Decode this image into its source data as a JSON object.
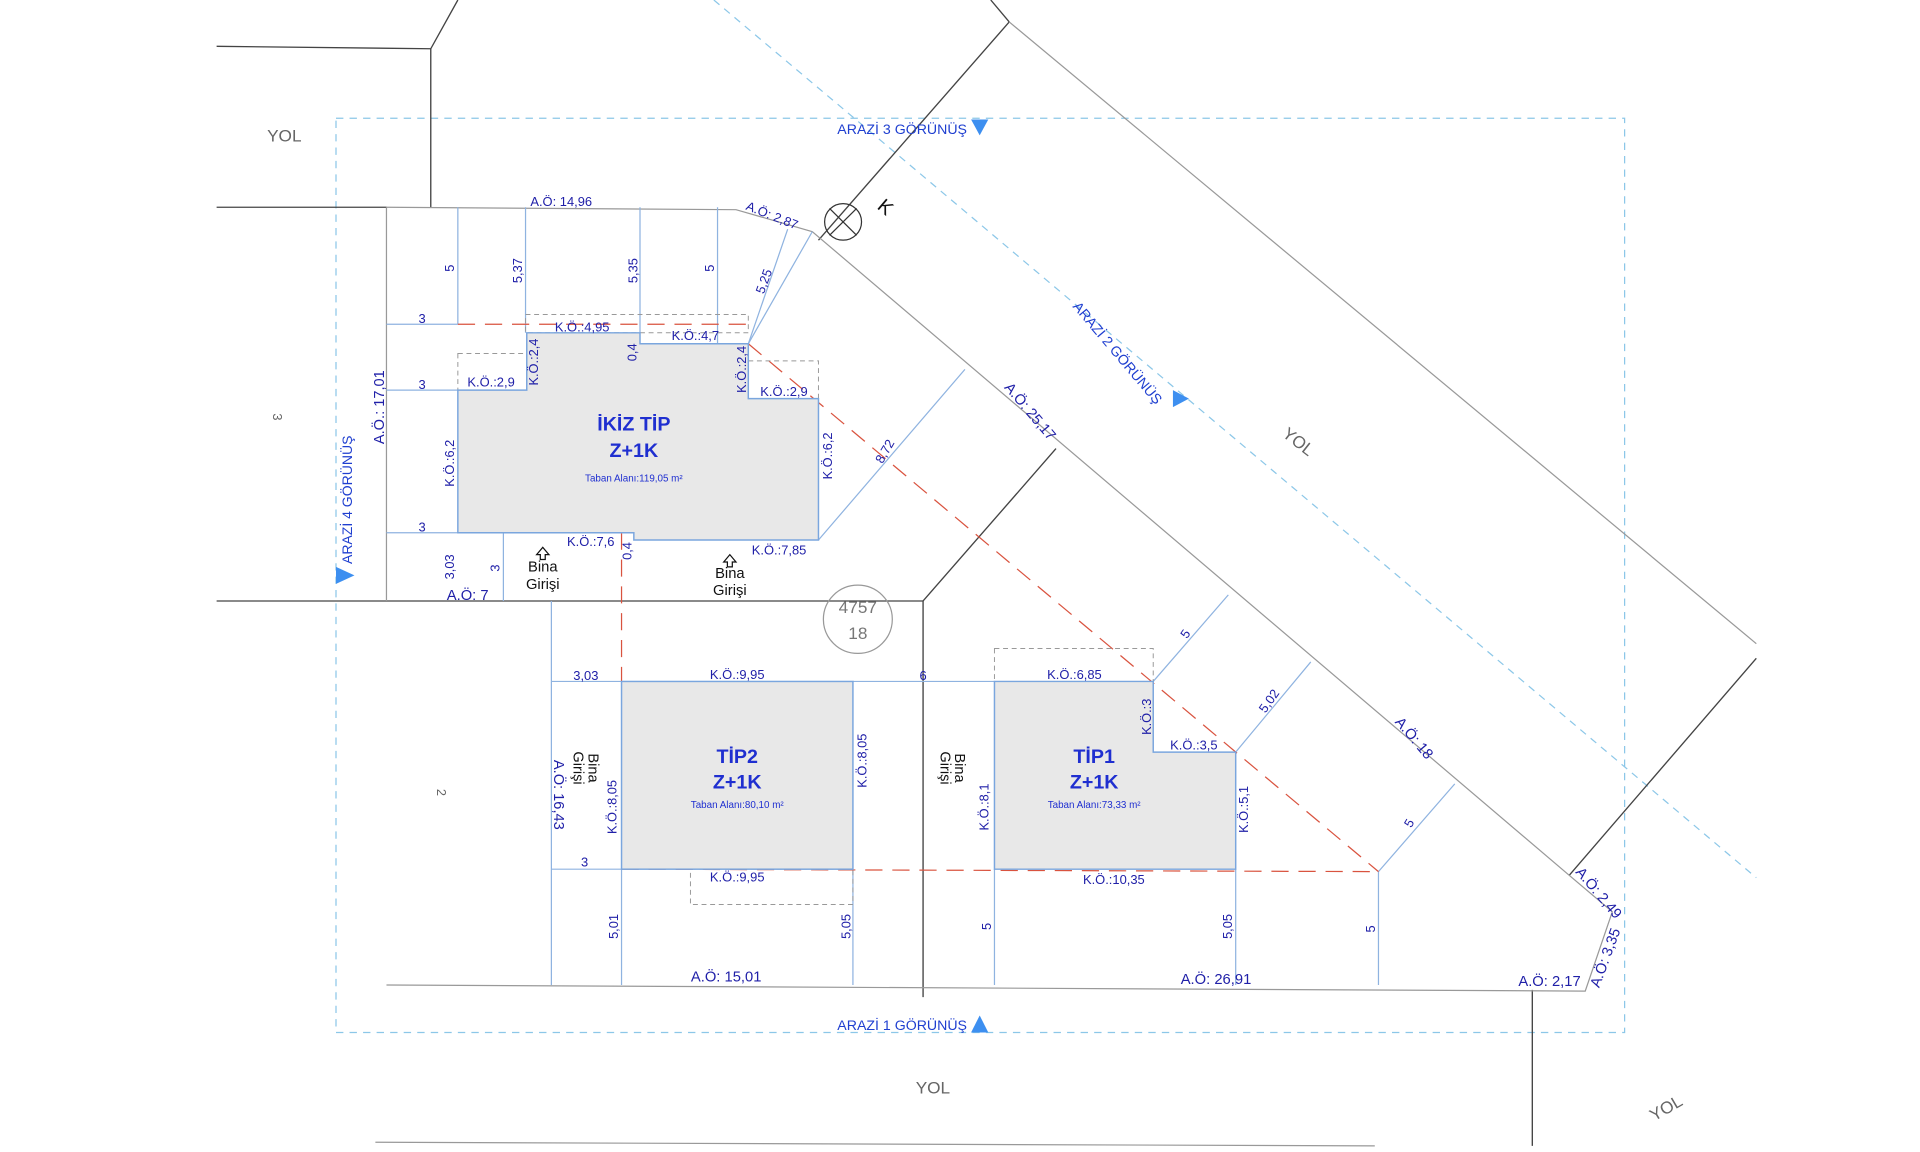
{
  "roads": [
    "YOL",
    "YOL",
    "YOL",
    "YOL"
  ],
  "views": {
    "v1": "ARAZİ 1 GÖRÜNÜŞ",
    "v2": "ARAZİ 2 GÖRÜNÜŞ",
    "v3": "ARAZİ 3 GÖRÜNÜŞ",
    "v4": "ARAZİ 4 GÖRÜNÜŞ",
    "color": "#3d8ff0"
  },
  "north": "K",
  "parcel": {
    "ada": "4757",
    "parsel": "18"
  },
  "buildings": [
    {
      "name": "İKİZ TİP",
      "floors": "Z+1K",
      "area": "Taban Alanı:119,05 m²"
    },
    {
      "name": "TİP2",
      "floors": "Z+1K",
      "area": "Taban Alanı:80,10 m²"
    },
    {
      "name": "TİP1",
      "floors": "Z+1K",
      "area": "Taban Alanı:73,33 m²"
    }
  ],
  "entrance": {
    "line1": "Bina",
    "line2": "Girişi"
  },
  "dims": [
    "A.Ö: 14,96",
    "A.Ö: 2,87",
    "5",
    "5,37",
    "5,35",
    "5",
    "5,25",
    "3",
    "3",
    "3",
    "K.Ö.:4,95",
    "K.Ö.:4,7",
    "0,4",
    "K.Ö.:2,4",
    "K.Ö.:2,4",
    "K.Ö.:2,9",
    "K.Ö.:2,9",
    "K.Ö.:6,2",
    "K.Ö.:6,2",
    "K.Ö.:7,6",
    "K.Ö.:7,85",
    "0,4",
    "A.Ö.: 17,01",
    "3",
    "3,03",
    "3",
    "A.Ö: 7",
    "8,72",
    "A.Ö: 25,17",
    "3,03",
    "K.Ö.:9,95",
    "6",
    "K.Ö.:6,85",
    "A.Ö: 16,43",
    "K.Ö.:8,05",
    "K.Ö.:8,05",
    "K.Ö.:8,1",
    "K.Ö.:3",
    "K.Ö.:3,5",
    "K.Ö.:5,1",
    "5",
    "5,02",
    "A.Ö: 18",
    "5",
    "2",
    "3",
    "K.Ö.:9,95",
    "K.Ö.:10,35",
    "5,01",
    "5,05",
    "5",
    "5,05",
    "5",
    "A.Ö: 15,01",
    "A.Ö: 26,91",
    "A.Ö: 2,17",
    "A.Ö: 2,49",
    "A.Ö: 3,35"
  ]
}
